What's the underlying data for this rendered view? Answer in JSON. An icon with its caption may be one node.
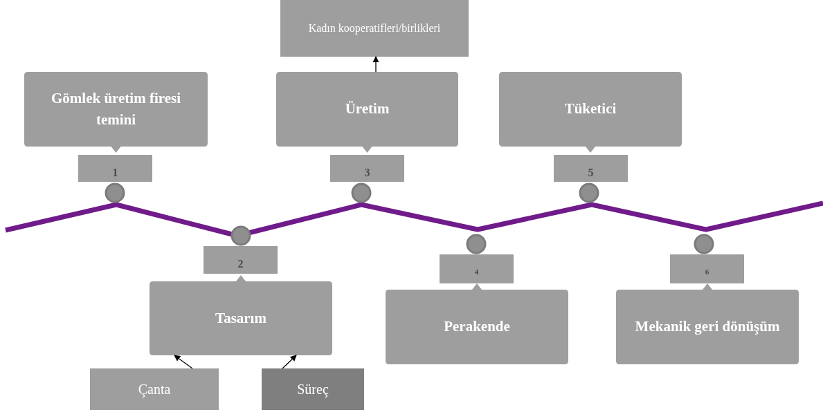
{
  "diagram": {
    "nodes": [
      {
        "text": [
          "Kadın kooperatifleri/birlikleri"
        ]
      },
      {
        "text": [
          "Gömlek üretim firesi temini"
        ]
      },
      {
        "text": [
          "Üretim"
        ]
      },
      {
        "text": [
          "Tüketici"
        ]
      },
      {
        "text": [
          "1"
        ]
      },
      {
        "text": [
          "3"
        ]
      },
      {
        "text": [
          "5"
        ]
      },
      {
        "text": [
          "2"
        ]
      },
      {
        "text": [
          "4"
        ]
      },
      {
        "text": [
          "6"
        ]
      },
      {
        "text": [
          "Tasarım"
        ]
      },
      {
        "text": [
          "Perakende"
        ]
      },
      {
        "text": [
          "Mekanik geri dönüşüm"
        ]
      },
      {
        "text": [
          "Çanta"
        ]
      },
      {
        "text": [
          "Süreç"
        ]
      }
    ],
    "edges": [
      {
        "from": 2,
        "to": 0,
        "arrow": "to"
      },
      {
        "from": 13,
        "to": 10,
        "arrow": "to"
      },
      {
        "from": 14,
        "to": 10,
        "arrow": "to"
      }
    ]
  }
}
